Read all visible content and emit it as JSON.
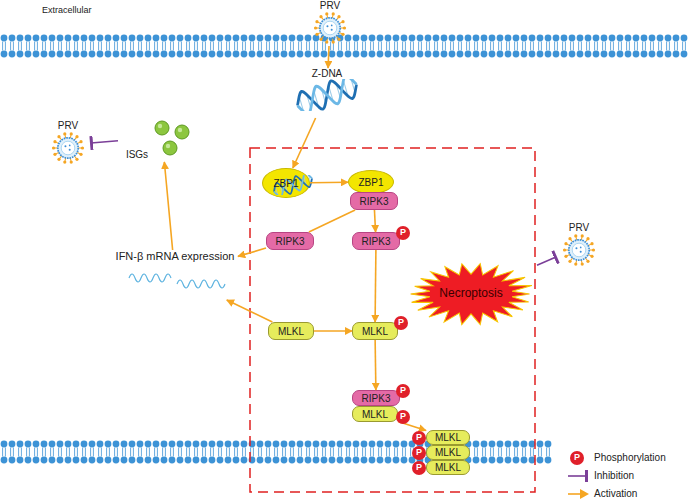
{
  "diagram": {
    "nodes": [
      {
        "text": [
          "PRV"
        ]
      },
      {
        "text": [
          "Z-DNA"
        ]
      },
      {
        "text": [
          "PRV"
        ]
      },
      {
        "text": [
          "ISGs"
        ]
      },
      {
        "text": [
          "ZBP1"
        ]
      },
      {
        "text": [
          "ZBP1"
        ]
      },
      {
        "text": [
          "RIPK3"
        ]
      },
      {
        "text": [
          "RIPK3"
        ]
      },
      {
        "text": [
          "IFN-β mRNA expression"
        ]
      },
      {
        "text": [
          "RIPK3"
        ]
      },
      {
        "text": [
          "MLKL"
        ]
      },
      {
        "text": [
          "MLKL"
        ]
      },
      {
        "text": [
          "Necroptosis"
        ]
      },
      {
        "text": [
          "PRV"
        ]
      },
      {
        "text": [
          "RIPK3"
        ]
      },
      {
        "text": [
          "MLKL"
        ]
      },
      {
        "text": [
          "MLKL"
        ]
      },
      {
        "text": [
          "MLKL"
        ]
      },
      {
        "text": [
          "MLKL"
        ]
      }
    ],
    "edges": [
      {
        "from": 0,
        "to": 1,
        "arrow": "to"
      },
      {
        "from": 1,
        "to": 4,
        "arrow": "to"
      },
      {
        "from": 4,
        "to": 5,
        "arrow": "to"
      },
      {
        "from": 6,
        "to": 9,
        "arrow": "to"
      },
      {
        "from": 6,
        "to": 7,
        "arrow": "none"
      },
      {
        "from": 7,
        "to": 8,
        "arrow": "to"
      },
      {
        "from": 10,
        "to": 8,
        "arrow": "to"
      },
      {
        "from": 10,
        "to": 11,
        "arrow": "to"
      },
      {
        "from": 9,
        "to": 11,
        "arrow": "to"
      },
      {
        "from": 11,
        "to": 14,
        "arrow": "to"
      },
      {
        "from": 15,
        "to": 16,
        "arrow": "to"
      },
      {
        "from": 8,
        "to": 3,
        "arrow": "to"
      },
      {
        "from": 3,
        "to": 2,
        "arrow": "to"
      },
      {
        "from": 12,
        "to": 13,
        "arrow": "to"
      }
    ],
    "labels": [
      "Extracellular",
      "P",
      "P",
      "P",
      "P",
      "P",
      "P",
      "P",
      "P"
    ],
    "legend": [
      {
        "text": "Phosphorylation"
      },
      {
        "text": "Inhibition"
      },
      {
        "text": "Activation"
      }
    ]
  }
}
